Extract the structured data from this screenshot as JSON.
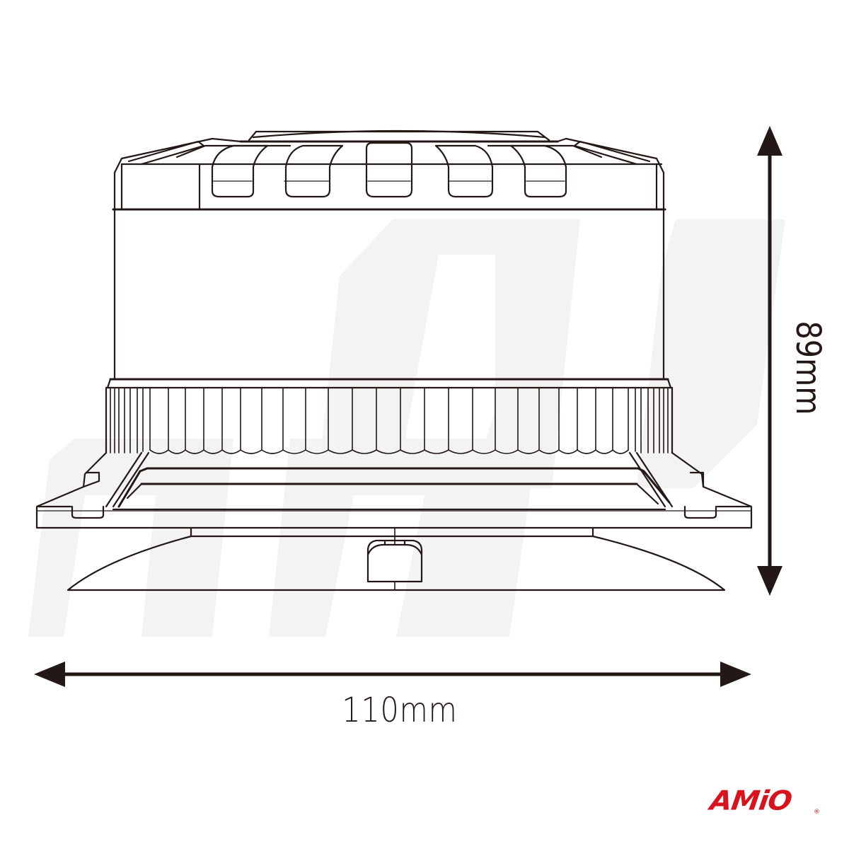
{
  "figure": {
    "type": "product_dimension_drawing",
    "subject": "beacon lamp with suction-cup base (side view line drawing)",
    "line_color": "#231815",
    "background_color": "#ffffff",
    "watermark_color": "#f3f3f3"
  },
  "dimensions": {
    "width": {
      "label": "110mm",
      "orientation": "horizontal",
      "arrow": "double-headed"
    },
    "height": {
      "label": "89mm",
      "orientation": "vertical",
      "arrow": "double-headed"
    }
  },
  "branding": {
    "logo_text": "AMiO",
    "registered_mark": "®",
    "logo_color": "#d7141e"
  }
}
